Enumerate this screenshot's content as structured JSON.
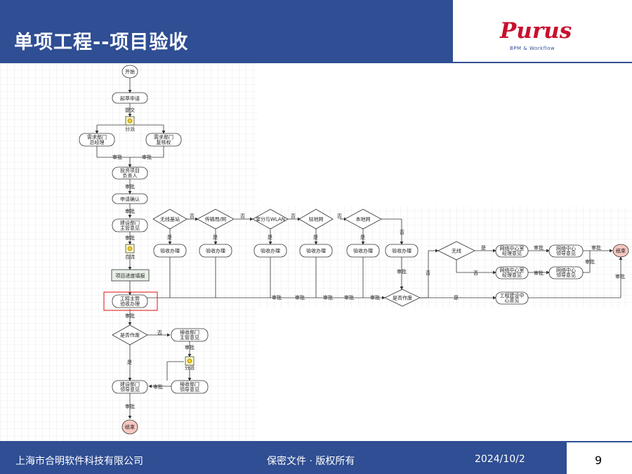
{
  "header": {
    "title": "单项工程--项目验收"
  },
  "logo": {
    "name": "Purus",
    "tagline": "BPM & Workflow"
  },
  "footer": {
    "company": "上海市合明软件科技有限公司",
    "confidential": "保密文件 · 版权所有",
    "date": "2024/10/2",
    "page": "9"
  },
  "flow": {
    "start": "开始",
    "draft": "起草申请",
    "submit": "提交",
    "split1": "分派",
    "demand_dept_leader": "需求部门\n总经理",
    "demand_dept_opinion": "需求部门\n复核权",
    "approve": "审批",
    "invest_project_owner": "投资项目\n负责人",
    "apply_confirm": "申请确认",
    "build_dept_opinion": "建设部门\n主管意见",
    "merge": "合流",
    "progress_fill": "项目进度填报",
    "eng_manager": "工程主管\n验收办理",
    "is_void": "是否作废",
    "yes": "是",
    "no": "否",
    "accept_dept_opinion": "接收部门\n主管意见",
    "split2": "分派",
    "build_dept_leader": "建设部门\n领导意见",
    "accept_dept_leader": "接收部门\n领导意见",
    "end": "结束",
    "wireless_station": "无线基站",
    "transmission": "传输局/网",
    "indoor_wlan": "室分与WLAN",
    "backbone": "驻地网",
    "local_net": "本地网",
    "accept_handle": "验收办理",
    "wireless": "无线",
    "net_center_manager": "网络中心室\n经理意见",
    "net_center_leader": "网络中心\n领导意见",
    "eng_center_opinion": "工程建设中\n心意见"
  }
}
